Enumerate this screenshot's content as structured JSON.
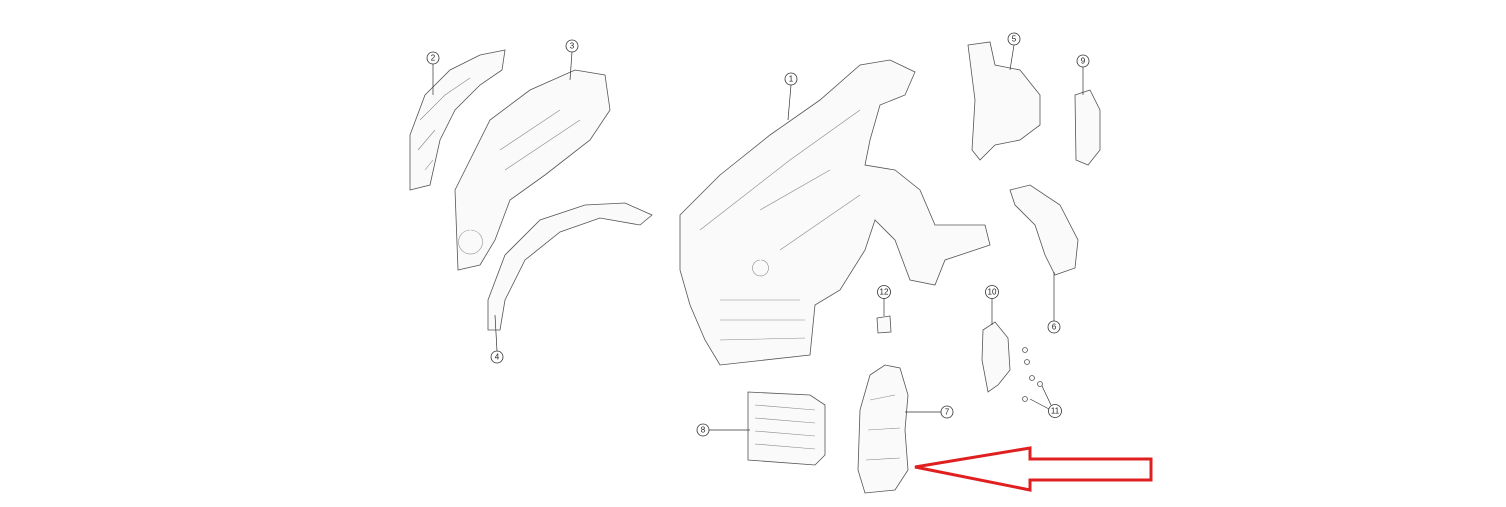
{
  "diagram": {
    "callouts": [
      "1",
      "2",
      "3",
      "4",
      "5",
      "6",
      "7",
      "8",
      "9",
      "10",
      "11",
      "12"
    ],
    "arrow_color": "#e02020",
    "line_color": "#555555"
  }
}
